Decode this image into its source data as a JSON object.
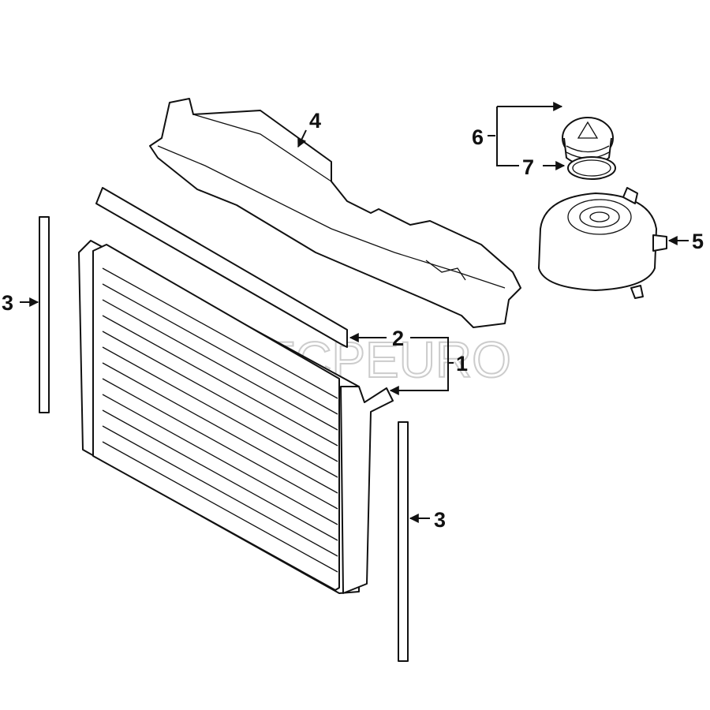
{
  "diagram": {
    "callouts": {
      "radiator": "1",
      "seal_top": "2",
      "seal_left": "3",
      "seal_right": "3",
      "air_guide": "4",
      "reservoir": "5",
      "cap": "6",
      "cap_seal": "7"
    },
    "watermark": "FCPEURO"
  }
}
